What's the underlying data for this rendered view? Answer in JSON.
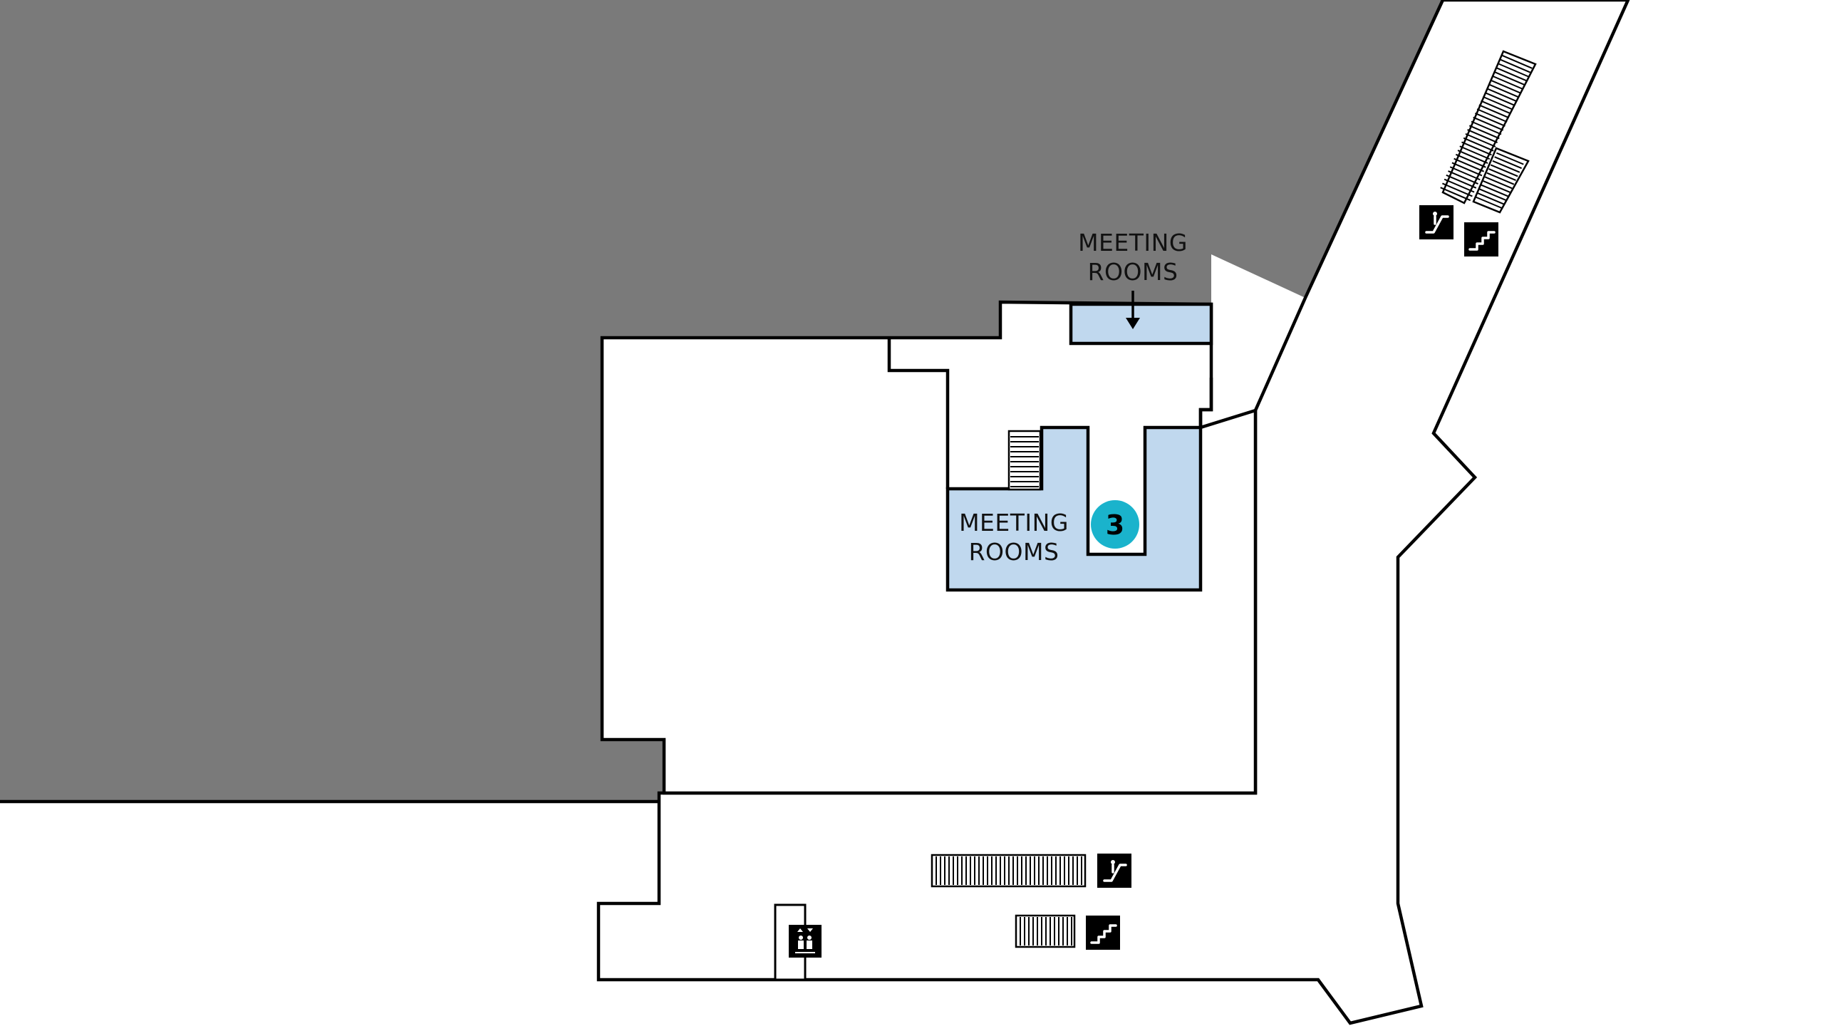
{
  "colors": {
    "background": "#ffffff",
    "building_block": "#7a7a7a",
    "meeting_room_fill": "#c0d8ee",
    "floor_badge": "#1ab3cc",
    "outline": "#000000",
    "icon": "#000000"
  },
  "labels": {
    "meeting_rooms_top_line1": "MEETING",
    "meeting_rooms_top_line2": "ROOMS",
    "meeting_rooms_main_line1": "MEETING",
    "meeting_rooms_main_line2": "ROOMS"
  },
  "floor_badge": {
    "number": "3"
  },
  "icons": {
    "escalator_top": "escalator-icon",
    "stairs_top": "stairs-icon",
    "escalator_bottom": "escalator-icon",
    "stairs_bottom": "stairs-icon",
    "elevator": "elevator-icon"
  }
}
